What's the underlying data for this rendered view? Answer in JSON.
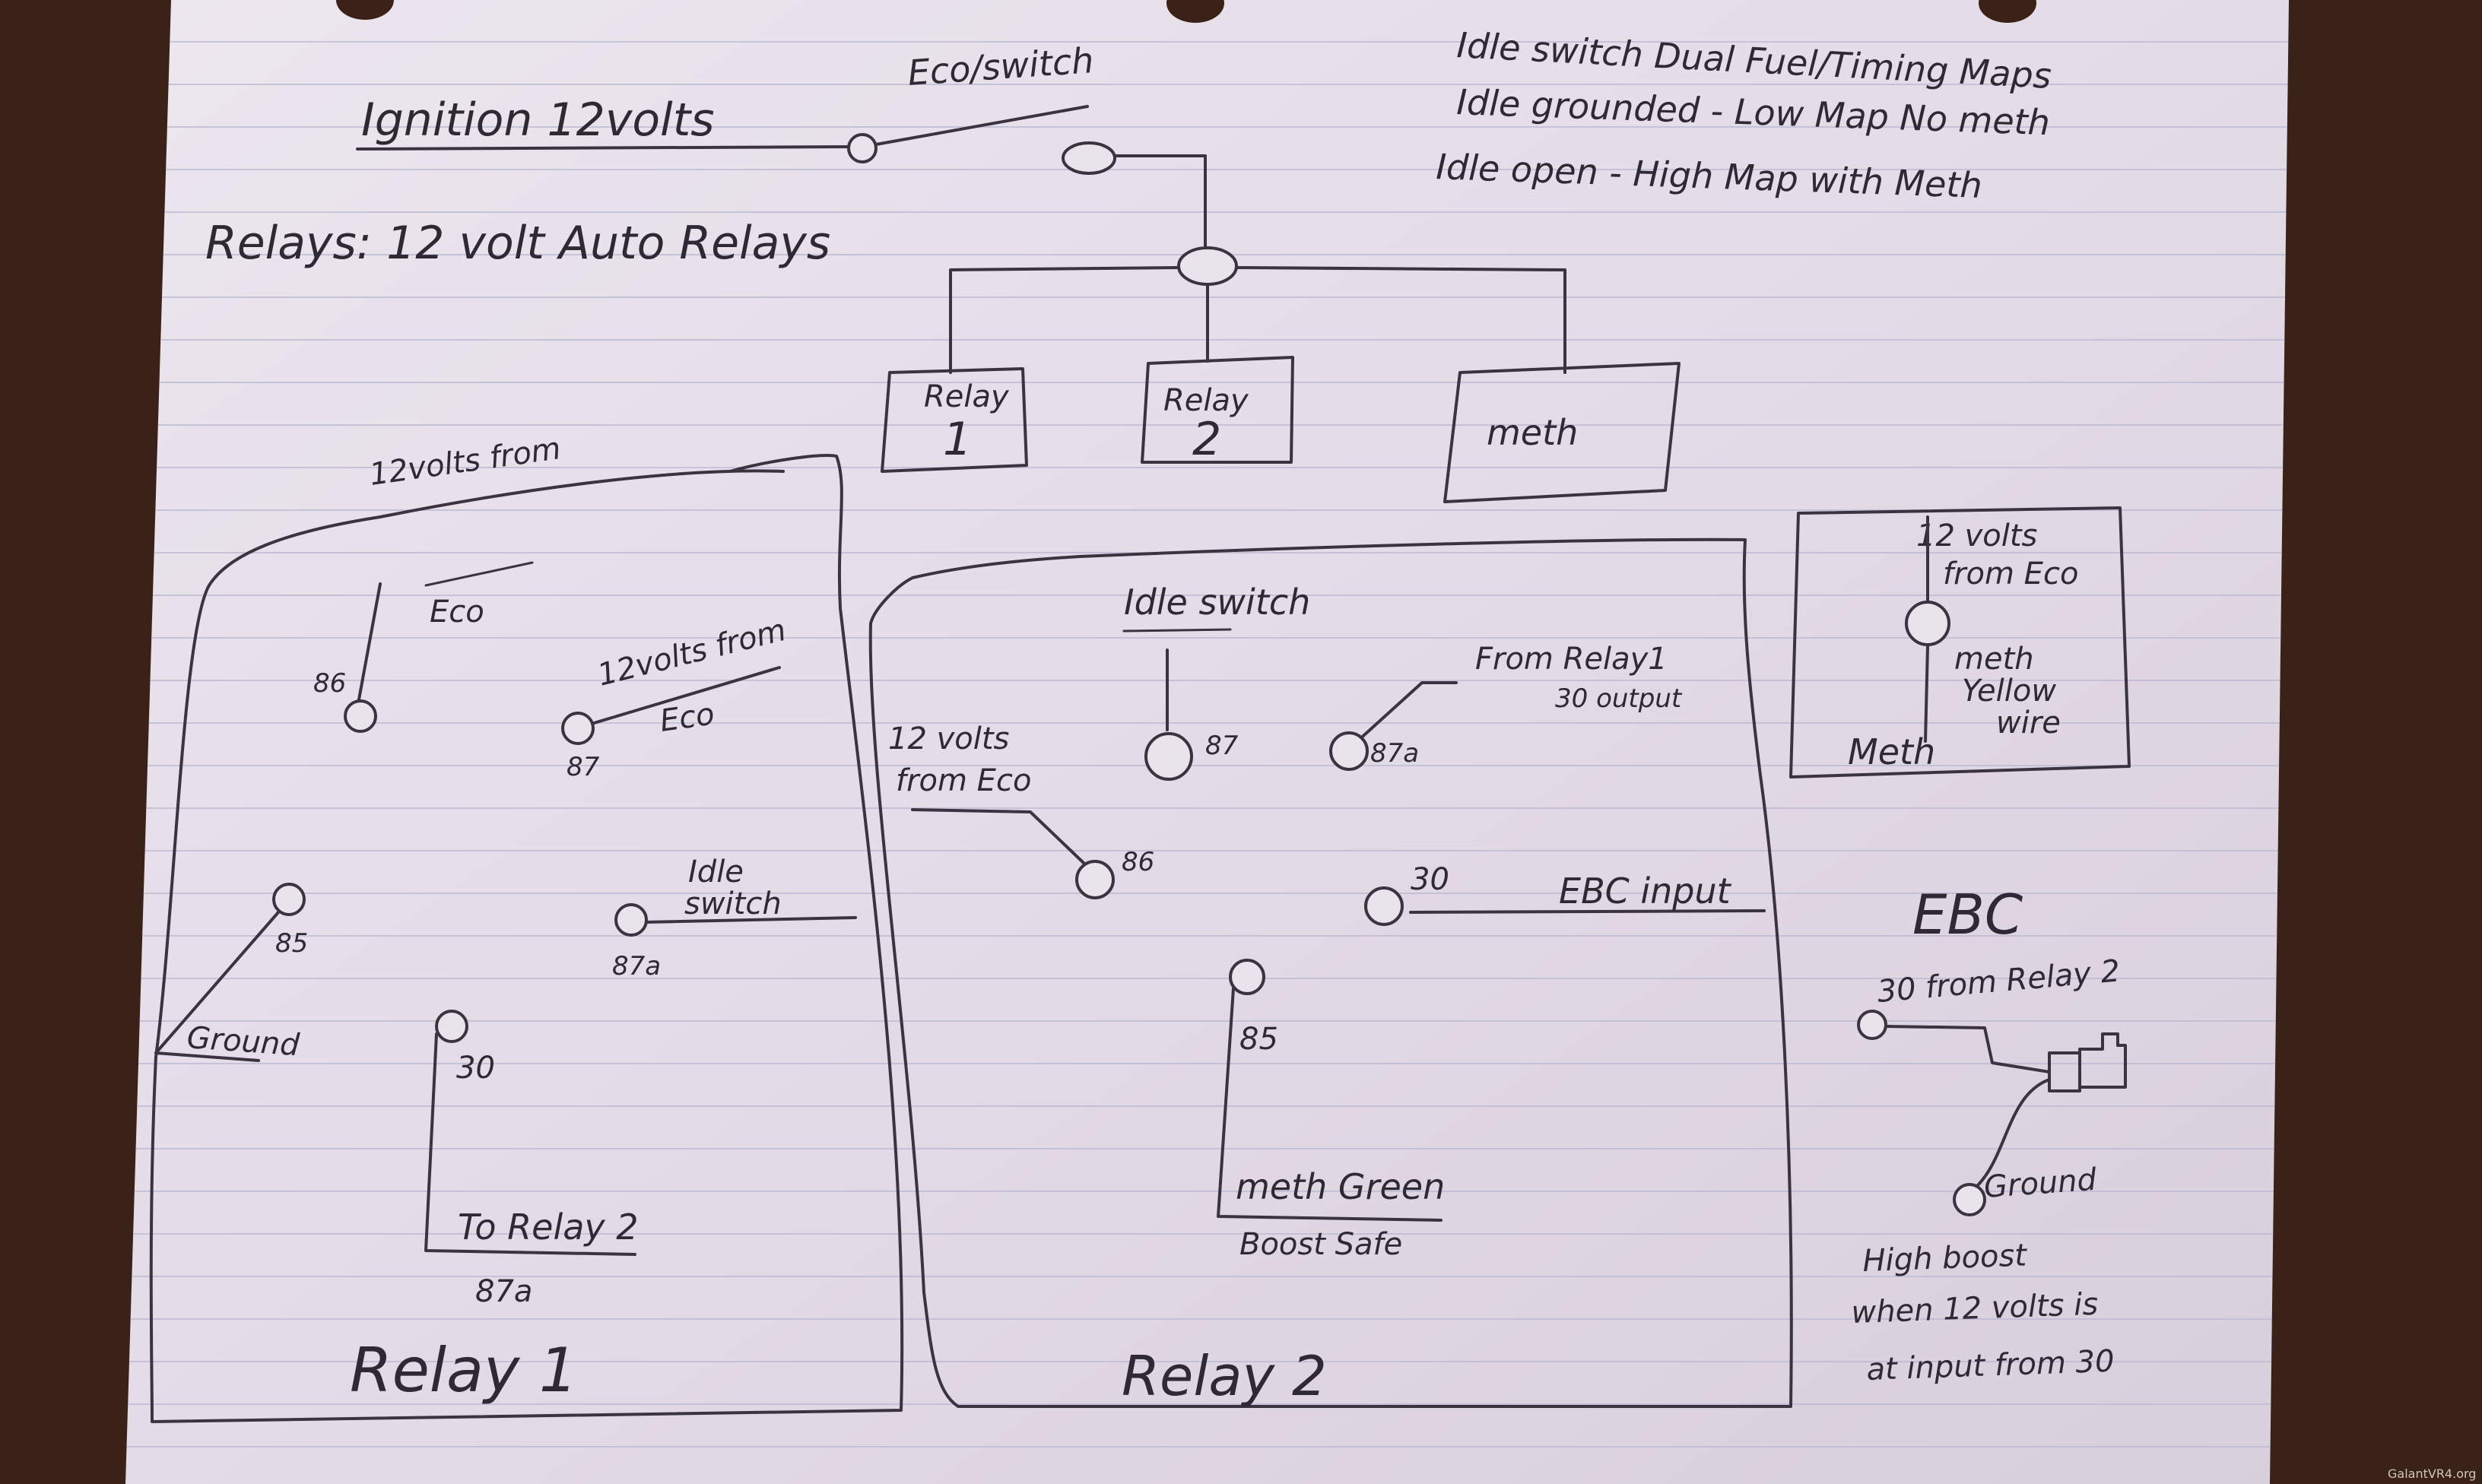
{
  "header": {
    "ignition": "Ignition 12volts",
    "eco_switch": "Eco/switch",
    "relays_note": "Relays: 12 volt Auto Relays",
    "notes": [
      "Idle switch Dual Fuel/Timing Maps",
      "Idle grounded - Low Map No meth",
      "Idle open - High Map with Meth"
    ]
  },
  "top_boxes": {
    "relay1": [
      "Relay",
      "1"
    ],
    "relay2": [
      "Relay",
      "2"
    ],
    "meth": "meth"
  },
  "relay1": {
    "title": "Relay 1",
    "t86_label": "86",
    "t86_note": [
      "12volts from",
      "Eco"
    ],
    "t87_label": "87",
    "t87_note": [
      "12volts from",
      "Eco"
    ],
    "t85_label": "85",
    "ground": "Ground",
    "t87a_label": "87a",
    "t87a_note": [
      "Idle",
      "switch"
    ],
    "t30_label": "30",
    "to_relay2": "To Relay 2",
    "to_relay2_sub": "87a"
  },
  "relay2": {
    "title": "Relay 2",
    "idle_switch": "Idle switch",
    "t87_label": "87",
    "from_relay1": [
      "From Relay1",
      "30 output"
    ],
    "t87a_label": "87a",
    "t86_note": [
      "12 volts",
      "from Eco"
    ],
    "t86_label": "86",
    "t30_label": "30",
    "ebc_input": "EBC input",
    "t85_label": "85",
    "meth_green": "meth Green",
    "boost_safe": "Boost Safe"
  },
  "meth_box": {
    "note": [
      "12 volts",
      "from Eco"
    ],
    "wire": [
      "meth",
      "Yellow",
      "wire"
    ],
    "label": "Meth"
  },
  "ebc": {
    "title": "EBC",
    "from": "30 from Relay 2",
    "ground": "Ground",
    "notes": [
      "High boost",
      "when 12 volts is",
      "at input from 30"
    ]
  },
  "watermark": "GalantVR4.org"
}
